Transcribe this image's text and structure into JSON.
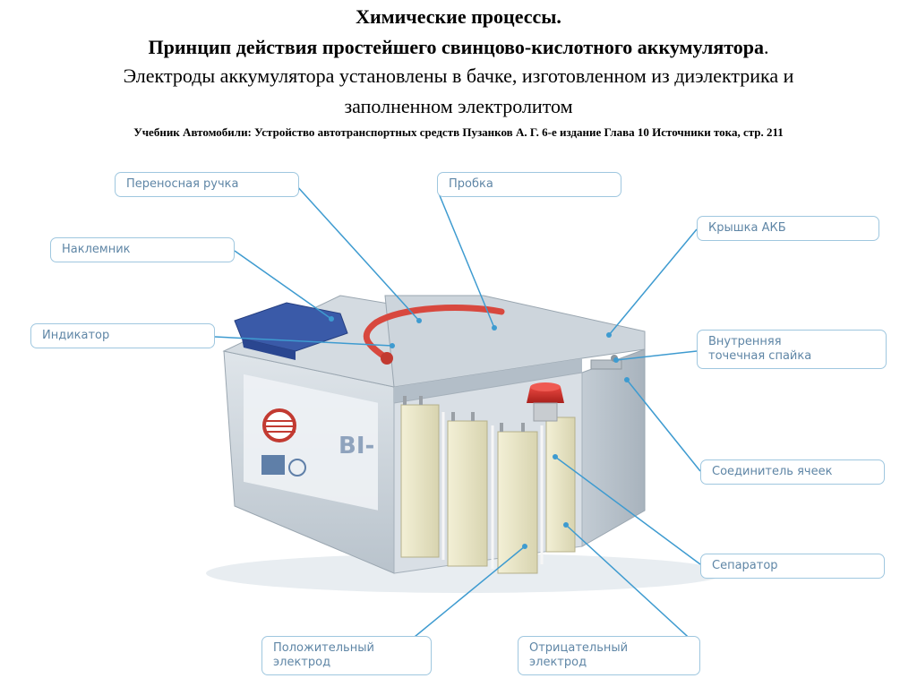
{
  "header": {
    "line1": "Химические процессы.",
    "line2_bold": "Принцип действия простейшего свинцово-кислотного аккумулятора",
    "line2_tail": ".",
    "line3": "Электроды аккумулятора установлены в бачке, изготовленном из диэлектрика и",
    "line4": "заполненном электролитом",
    "line5": "Учебник Автомобили: Устройство  автотранспортных средств Пузанков А. Г. 6-е издание Глава 10 Источники тока, стр. 211"
  },
  "labels": {
    "handle": "Переносная ручка",
    "plug": "Пробка",
    "lid": "Крышка АКБ",
    "terminal": "Наклемник",
    "indicator": "Индикатор",
    "inner_weld_1": "Внутренняя",
    "inner_weld_2": "точечная спайка",
    "cell_connector": "Соединитель ячеек",
    "separator": "Сепаратор",
    "positive_1": "Положительный",
    "positive_2": "электрод",
    "negative_1": "Отрицательный",
    "negative_2": "электрод"
  },
  "battery": {
    "brand": "BI-"
  },
  "colors": {
    "callout_border": "#9fc7df",
    "callout_text": "#5f86a6",
    "leader_line": "#3e9bd0",
    "case": "#c9d1d8",
    "handle": "#d8483e",
    "terminal_cover": "#3a5aa8",
    "plate": "#e9e6c7"
  }
}
